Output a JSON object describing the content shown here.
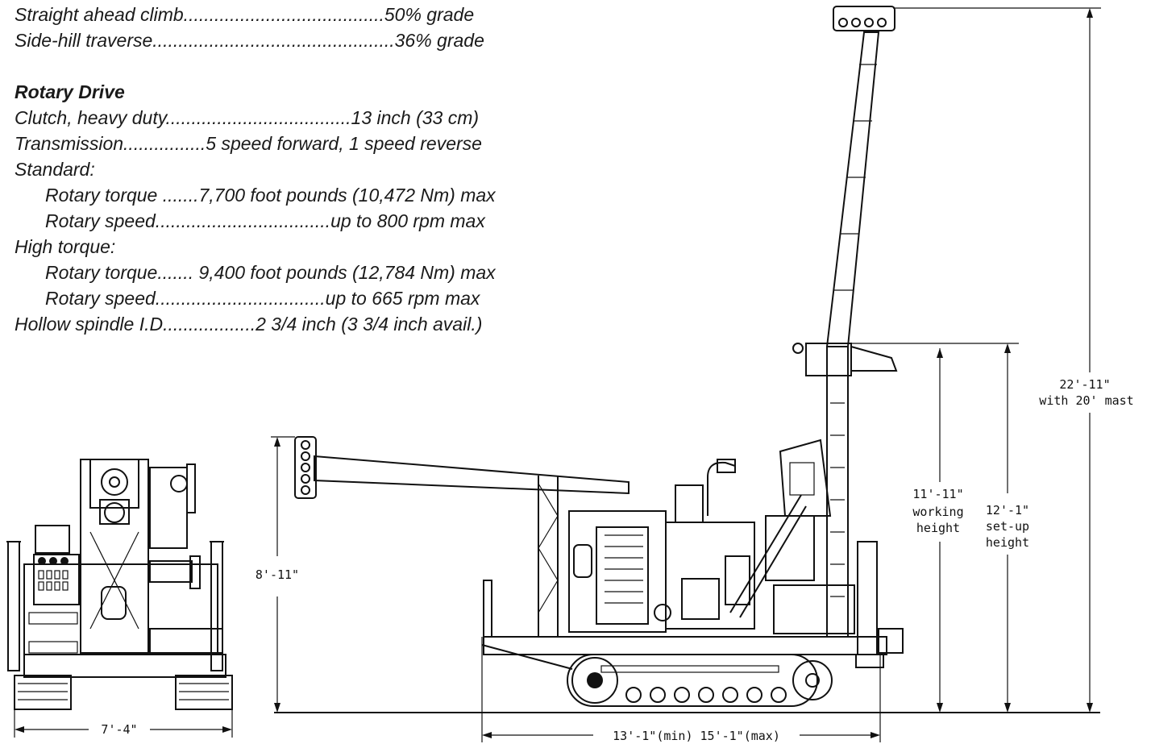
{
  "specs": {
    "lines": [
      {
        "text": "Straight ahead climb.......................................50% grade"
      },
      {
        "text": "Side-hill traverse...............................................36% grade"
      }
    ],
    "section_title": "Rotary Drive",
    "rotary": [
      "Clutch, heavy duty....................................13 inch (33 cm)",
      "Transmission................5 speed forward, 1 speed reverse",
      "Standard:",
      "Rotary torque .......7,700 foot pounds (10,472 Nm) max",
      "Rotary speed..................................up to 800 rpm max",
      "High torque:",
      "Rotary torque....... 9,400 foot pounds (12,784 Nm) max",
      "Rotary speed.................................up to 665 rpm max",
      "Hollow spindle I.D..................2 3/4 inch (3 3/4 inch avail.)"
    ]
  },
  "dimensions": {
    "total_height_line1": "22'-11\"",
    "total_height_line2": "with  20'  mast",
    "working_height_value": "11'-11\"",
    "working_height_label1": "working",
    "working_height_label2": "height",
    "setup_height_value": "12'-1\"",
    "setup_height_label1": "set-up",
    "setup_height_label2": "height",
    "boom_height": "8'-11\"",
    "front_width": "7'-4\"",
    "length": "13'-1\"(min)  15'-1\"(max)"
  }
}
